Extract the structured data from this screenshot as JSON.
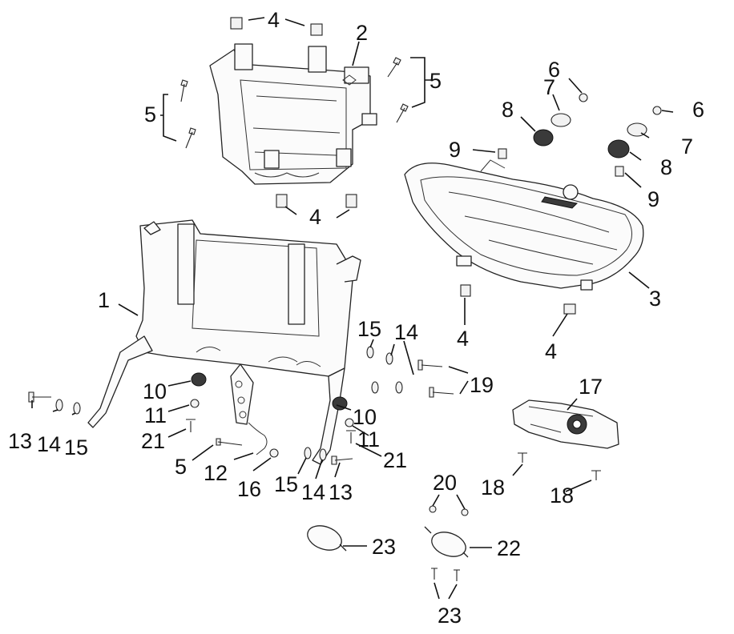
{
  "labels": {
    "l1": "1",
    "l2": "2",
    "l3": "3",
    "l4a": "4",
    "l4b": "4",
    "l4c": "4",
    "l4d": "4",
    "l5a": "5",
    "l5b": "5",
    "l5c": "5",
    "l6a": "6",
    "l6b": "6",
    "l7a": "7",
    "l7b": "7",
    "l8a": "8",
    "l8b": "8",
    "l9a": "9",
    "l9b": "9",
    "l10a": "10",
    "l10b": "10",
    "l11a": "11",
    "l11b": "11",
    "l12": "12",
    "l13a": "13",
    "l13b": "13",
    "l14a": "14",
    "l14b": "14",
    "l14c": "14",
    "l15a": "15",
    "l15b": "15",
    "l15c": "15",
    "l16": "16",
    "l17": "17",
    "l18a": "18",
    "l18b": "18",
    "l19": "19",
    "l20": "20",
    "l21a": "21",
    "l21b": "21",
    "l22": "22",
    "l23a": "23",
    "l23b": "23"
  }
}
